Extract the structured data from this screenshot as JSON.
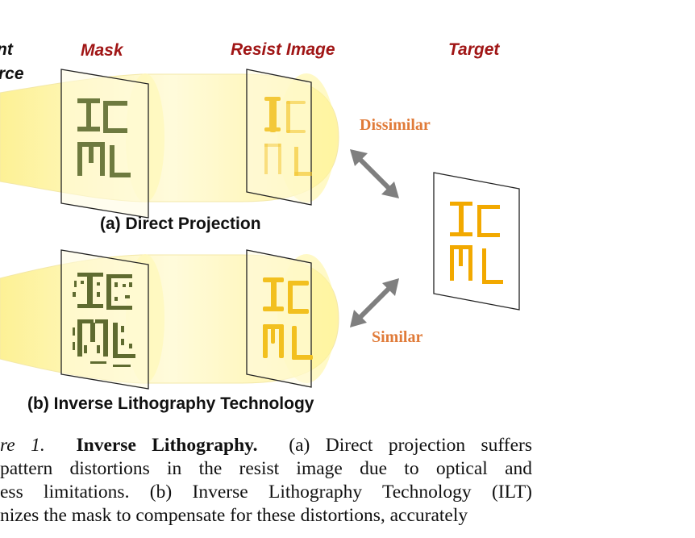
{
  "labels": {
    "source_line1": "nt",
    "source_line2": "rce",
    "mask": "Mask",
    "resist_image": "Resist Image",
    "target": "Target"
  },
  "subcaptions": {
    "a": "(a) Direct Projection",
    "b": "(b) Inverse Lithography Technology"
  },
  "comparisons": {
    "dissimilar": "Dissimilar",
    "similar": "Similar"
  },
  "pattern_text": {
    "line1": "IC",
    "line2": "ML"
  },
  "colors": {
    "label_red": "#a01515",
    "comparison_orange": "#e07b39",
    "mask_pattern": "#6e7a3f",
    "resist_pattern": "#f2c01f",
    "target_pattern": "#f2a900",
    "light_beam": "#fff7a8",
    "arrow": "#7f7f7f"
  },
  "caption": {
    "fig_label": "re 1.",
    "title": "Inverse Lithography.",
    "line1_rest": "(a) Direct projection suffers",
    "line2": "pattern distortions in the resist image due to optical and",
    "line3": "ess limitations.  (b) Inverse Lithography Technology (ILT)",
    "line4": "nizes the mask to compensate for these distortions, accurately"
  }
}
